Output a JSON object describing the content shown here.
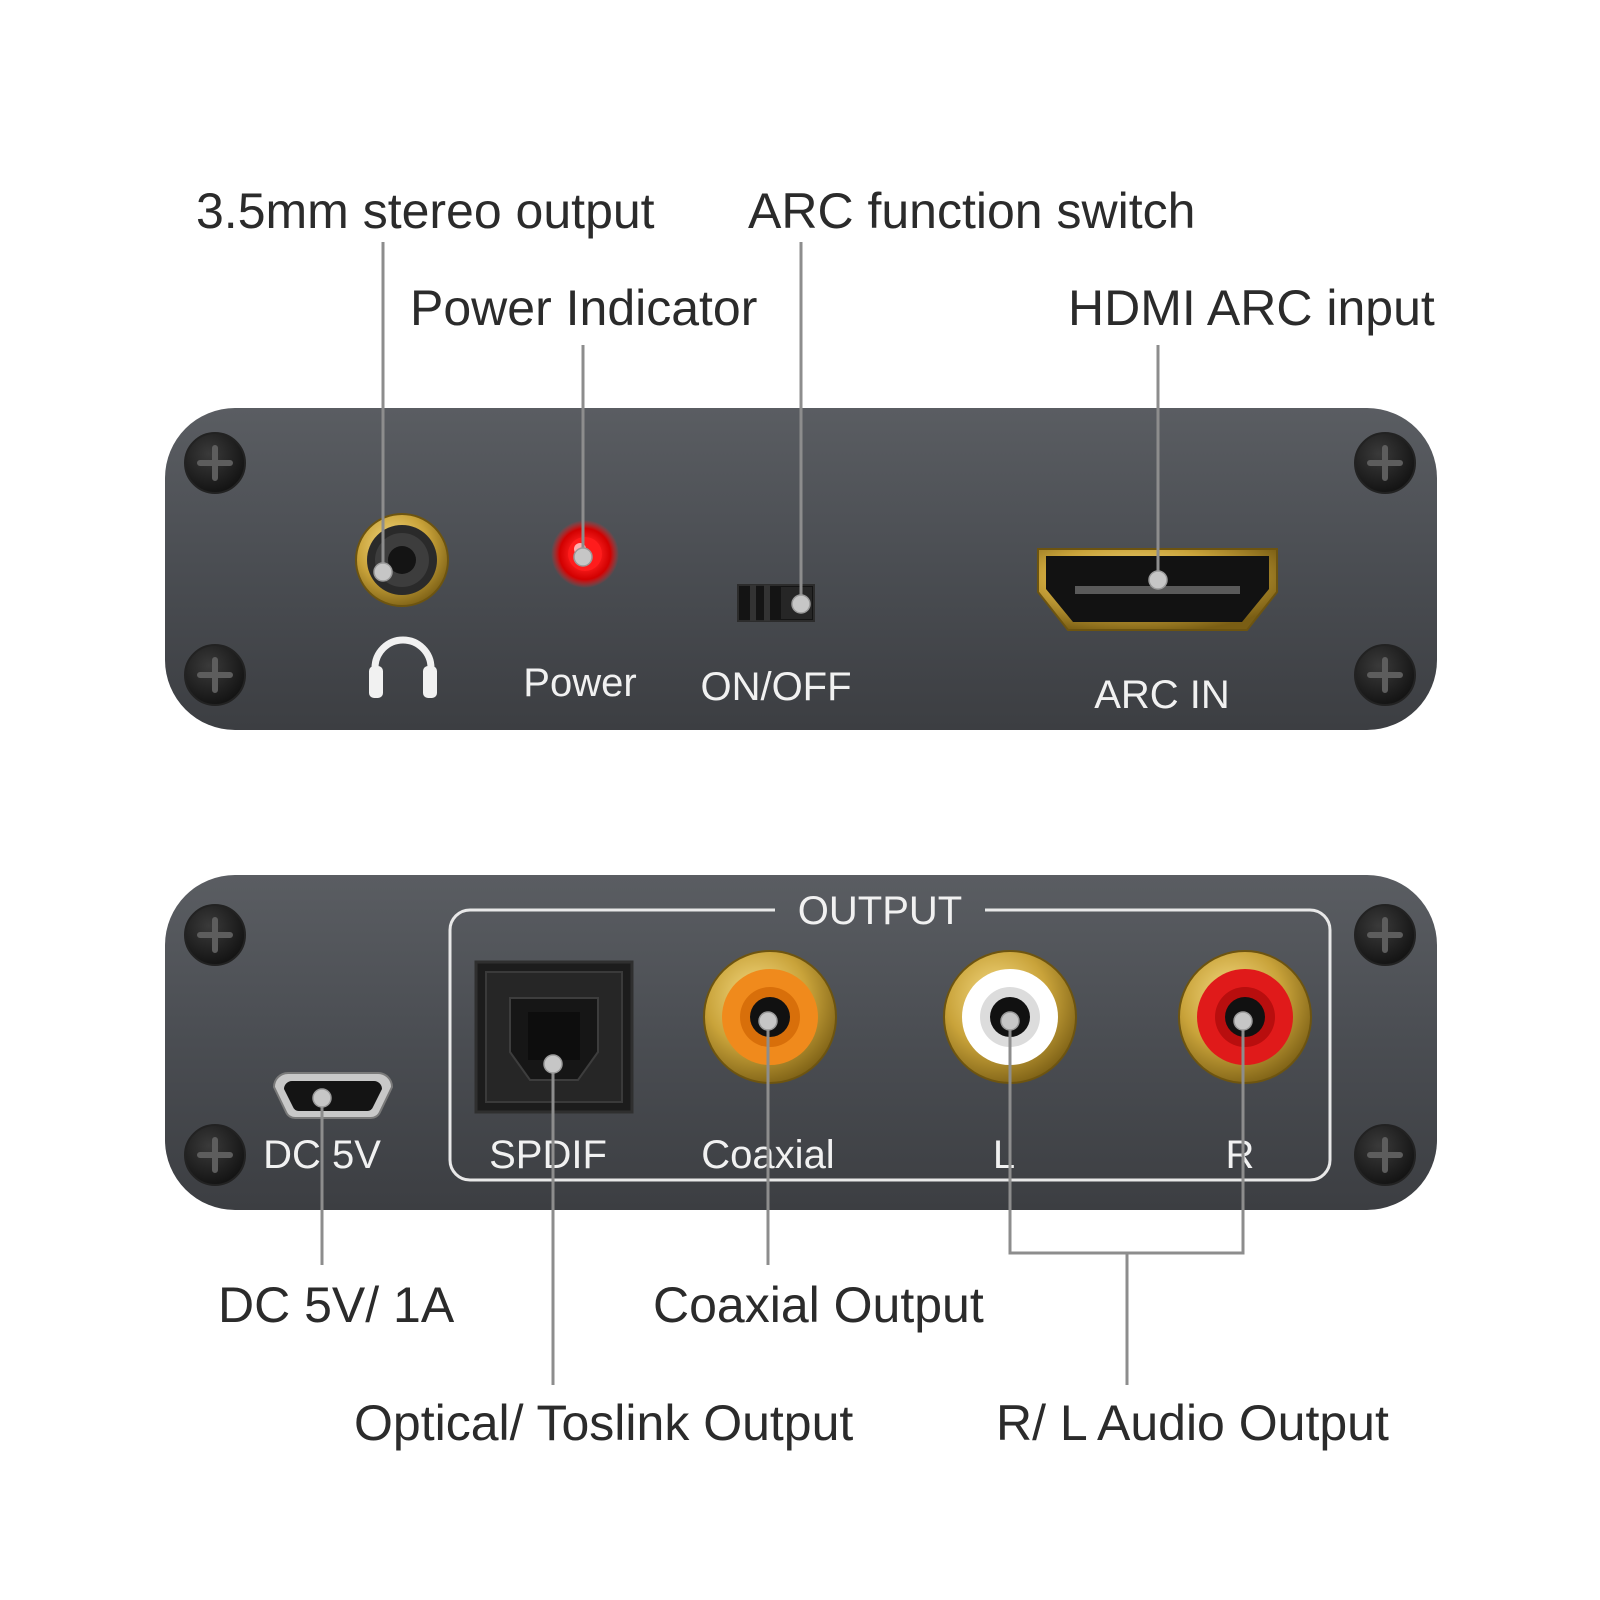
{
  "callouts": {
    "stereo_output": "3.5mm stereo output",
    "power_indicator": "Power Indicator",
    "arc_switch": "ARC function switch",
    "hdmi_arc_input": "HDMI ARC input",
    "dc_power": "DC 5V/ 1A",
    "coaxial_output": "Coaxial Output",
    "optical_output": "Optical/ Toslink Output",
    "rl_audio_output": "R/ L Audio Output"
  },
  "front_panel": {
    "power_label": "Power",
    "switch_label": "ON/OFF",
    "hdmi_label": "ARC IN"
  },
  "rear_panel": {
    "output_group_label": "OUTPUT",
    "dc_label": "DC 5V",
    "spdif_label": "SPDIF",
    "coaxial_label": "Coaxial",
    "left_label": "L",
    "right_label": "R"
  },
  "colors": {
    "panel": "#4a4d52",
    "led_red": "#ff2020",
    "gold": "#c9a33a",
    "coaxial_orange": "#f08a1c",
    "left_white": "#ffffff",
    "right_red": "#e01a1a"
  }
}
